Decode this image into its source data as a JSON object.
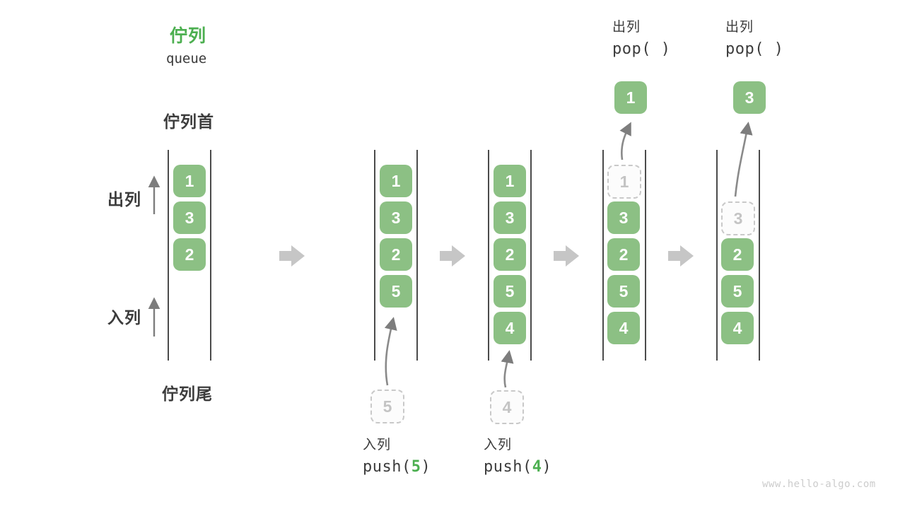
{
  "page": {
    "title_zh": "佇列",
    "title_en": "queue",
    "queue_front": "佇列首",
    "queue_tail": "佇列尾",
    "side_dequeue": "出列",
    "side_enqueue": "入列",
    "watermark": "www.hello-algo.com"
  },
  "colors": {
    "title_green": "#4caf50",
    "box_green": "#8cc084",
    "wall_gray": "#4b4b4b",
    "label_dark": "#3c3c3c",
    "block_arrow_gray": "#c6c6c6",
    "thin_arrow_gray": "#7d7d7d",
    "dashed_border_gray": "#c9c9c9",
    "dashed_text_gray": "#c4c4c4",
    "accent_green": "#4caf50",
    "watermark_gray": "#cccccc"
  },
  "states": [
    {
      "name": "initial",
      "boxes": [
        {
          "row": 0,
          "value": "1"
        },
        {
          "row": 1,
          "value": "3"
        },
        {
          "row": 2,
          "value": "2"
        }
      ]
    },
    {
      "name": "after-push-5",
      "boxes": [
        {
          "row": 0,
          "value": "1"
        },
        {
          "row": 1,
          "value": "3"
        },
        {
          "row": 2,
          "value": "2"
        },
        {
          "row": 3,
          "value": "5"
        }
      ],
      "op": {
        "type": "push",
        "label": "入列",
        "fn_open": "push(",
        "fn_arg": "5",
        "fn_close": ")",
        "staged_value": "5"
      }
    },
    {
      "name": "after-push-4",
      "boxes": [
        {
          "row": 0,
          "value": "1"
        },
        {
          "row": 1,
          "value": "3"
        },
        {
          "row": 2,
          "value": "2"
        },
        {
          "row": 3,
          "value": "5"
        },
        {
          "row": 4,
          "value": "4"
        }
      ],
      "op": {
        "type": "push",
        "label": "入列",
        "fn_open": "push(",
        "fn_arg": "4",
        "fn_close": ")",
        "staged_value": "4"
      }
    },
    {
      "name": "after-pop-1",
      "ghost": {
        "row": 0,
        "value": "1"
      },
      "boxes": [
        {
          "row": 1,
          "value": "3"
        },
        {
          "row": 2,
          "value": "2"
        },
        {
          "row": 3,
          "value": "5"
        },
        {
          "row": 4,
          "value": "4"
        }
      ],
      "op": {
        "type": "pop",
        "label": "出列",
        "fn": "pop( )",
        "popped_value": "1"
      }
    },
    {
      "name": "after-pop-3",
      "ghost": {
        "row": 1,
        "value": "3"
      },
      "boxes": [
        {
          "row": 2,
          "value": "2"
        },
        {
          "row": 3,
          "value": "5"
        },
        {
          "row": 4,
          "value": "4"
        }
      ],
      "op": {
        "type": "pop",
        "label": "出列",
        "fn": "pop( )",
        "popped_value": "3"
      }
    }
  ]
}
